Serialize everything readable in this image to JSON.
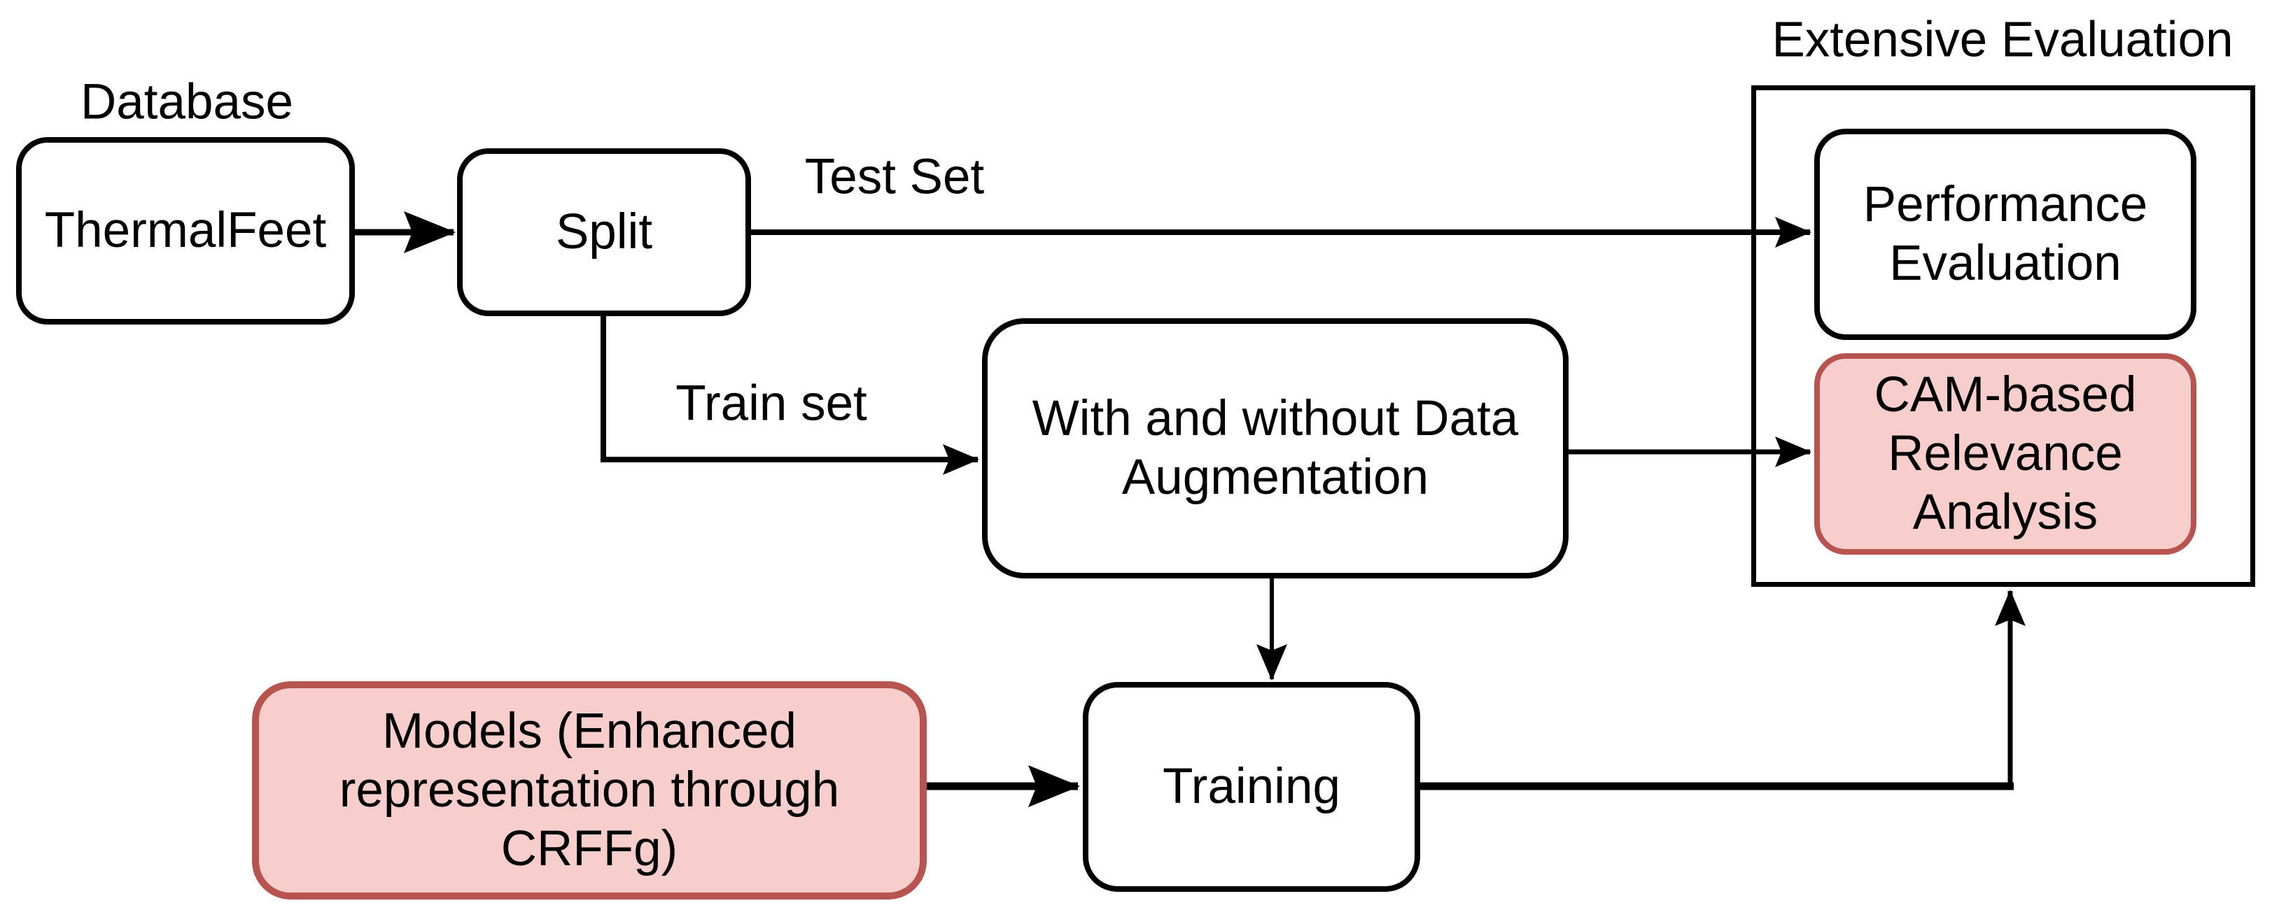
{
  "diagram": {
    "type": "flowchart",
    "background": "#FFFFFF"
  },
  "colors": {
    "background": "#FFFFFF",
    "line": "#000000",
    "text": "#000000",
    "node-fill": "#FFFFFF",
    "node-stroke": "#000000",
    "pink-fill": "#F8CECC",
    "pink-stroke": "#B85450"
  },
  "labels": {
    "database": "Database",
    "test_set": "Test Set",
    "train_set": "Train set",
    "extensive_evaluation": "Extensive Evaluation"
  },
  "nodes": {
    "thermalfeet": {
      "label": "ThermalFeet"
    },
    "split": {
      "label": "Split"
    },
    "data_augmentation": {
      "lines": [
        "With and without Data",
        "Augmentation"
      ]
    },
    "models": {
      "lines": [
        "Models (Enhanced",
        "representation through",
        "CRFFg)"
      ]
    },
    "training": {
      "label": "Training"
    },
    "performance_evaluation": {
      "lines": [
        "Performance",
        "Evaluation"
      ]
    },
    "cam_analysis": {
      "lines": [
        "CAM-based",
        "Relevance",
        "Analysis"
      ]
    }
  },
  "connections": [
    {
      "from": "ThermalFeet",
      "to": "Split",
      "label": ""
    },
    {
      "from": "Split",
      "to": "Performance Evaluation",
      "label": "Test Set"
    },
    {
      "from": "Split",
      "to": "With and without Data Augmentation",
      "label": "Train set"
    },
    {
      "from": "With and without Data Augmentation",
      "to": "CAM-based Relevance Analysis",
      "label": ""
    },
    {
      "from": "With and without Data Augmentation",
      "to": "Training",
      "label": ""
    },
    {
      "from": "Models (Enhanced representation through CRFFg)",
      "to": "Training",
      "label": ""
    },
    {
      "from": "Training",
      "to": "Extensive Evaluation",
      "label": ""
    }
  ]
}
